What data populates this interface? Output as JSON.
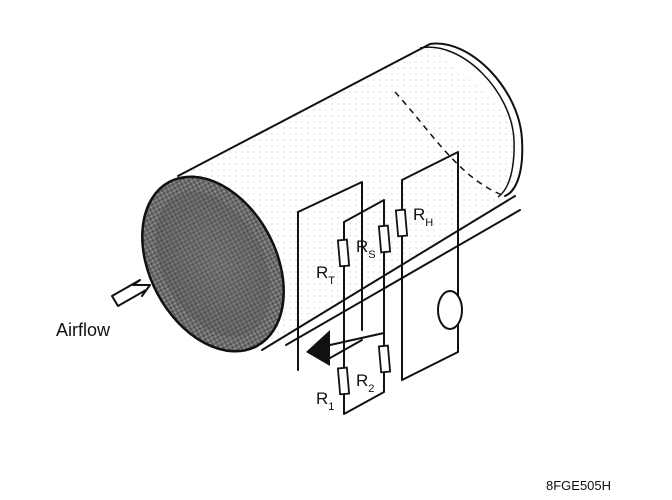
{
  "labels": {
    "airflow": "Airflow",
    "figure_code": "8FGE505H",
    "resistors": [
      {
        "main": "R",
        "sub": "T"
      },
      {
        "main": "R",
        "sub": "S"
      },
      {
        "main": "R",
        "sub": "H"
      },
      {
        "main": "R",
        "sub": "1"
      },
      {
        "main": "R",
        "sub": "2"
      }
    ]
  }
}
